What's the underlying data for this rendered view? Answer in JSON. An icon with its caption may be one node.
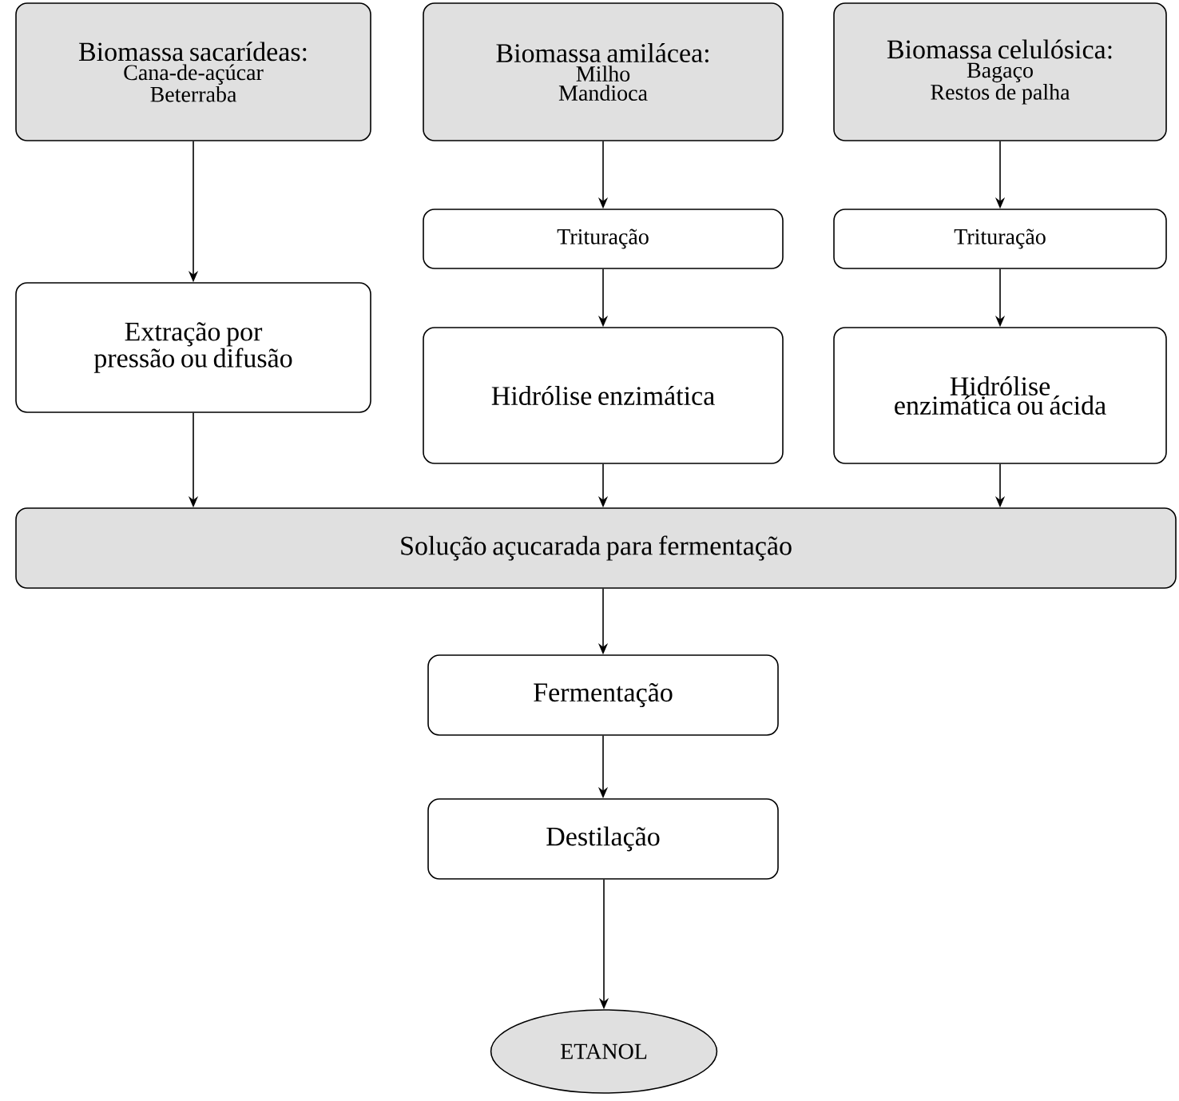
{
  "diagram": {
    "nodes": [
      {
        "text": [
          "Biomassa sacarídeas:",
          "Cana-de-açúcar",
          "Beterraba"
        ]
      },
      {
        "text": [
          "Biomassa amilácea:",
          "Milho",
          "Mandioca"
        ]
      },
      {
        "text": [
          "Biomassa celulósica:",
          "Bagaço",
          "Restos de palha"
        ]
      },
      {
        "text": [
          "Extração por pressão ou difusão"
        ]
      },
      {
        "text": [
          "Trituração"
        ]
      },
      {
        "text": [
          "Trituração"
        ]
      },
      {
        "text": [
          "Hidrólise enzimática"
        ]
      },
      {
        "text": [
          "Hidrólise enzimática ou ácida"
        ]
      },
      {
        "text": [
          "Solução açucarada para fermentação"
        ]
      },
      {
        "text": [
          "Fermentação"
        ]
      },
      {
        "text": [
          "Destilação"
        ]
      },
      {
        "text": [
          "ETANOL"
        ]
      }
    ],
    "edges": [
      {
        "from": 0,
        "to": 3,
        "arrow": "to"
      },
      {
        "from": 1,
        "to": 4,
        "arrow": "to"
      },
      {
        "from": 2,
        "to": 5,
        "arrow": "to"
      },
      {
        "from": 4,
        "to": 6,
        "arrow": "to"
      },
      {
        "from": 5,
        "to": 7,
        "arrow": "to"
      },
      {
        "from": 3,
        "to": 8,
        "arrow": "to"
      },
      {
        "from": 6,
        "to": 8,
        "arrow": "to"
      },
      {
        "from": 7,
        "to": 8,
        "arrow": "to"
      },
      {
        "from": 8,
        "to": 9,
        "arrow": "to"
      },
      {
        "from": 9,
        "to": 10,
        "arrow": "to"
      },
      {
        "from": 10,
        "to": 11,
        "arrow": "to"
      }
    ]
  }
}
